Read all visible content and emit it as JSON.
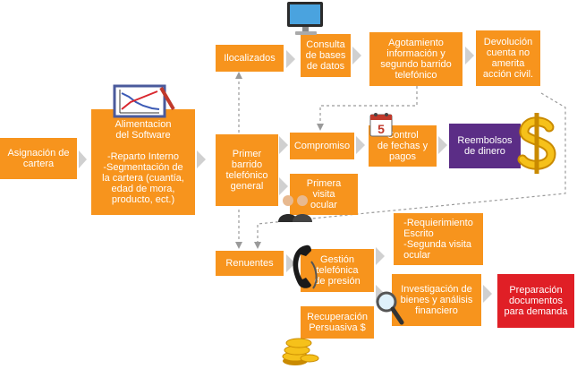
{
  "nodes": {
    "asignacion": "Asignación de\ncartera",
    "alimentacion": "Alimentacion\ndel Software\n\n-Reparto Interno\n-Segmentación de\nla cartera (cuantía,\nedad de mora,\nproducto, ect.)",
    "ilocalizados": "Ilocalizados",
    "consulta": "Consulta\nde bases\nde datos",
    "agotamiento": "Agotamiento\ninformación y\nsegundo barrido\ntelefónico",
    "devolucion": "Devolución\ncuenta no\namerita\nacción civil.",
    "primer_barrido": "Primer\nbarrido\ntelefónico\ngeneral",
    "compromiso": "Compromiso",
    "control": "Control\nde fechas y\npagos",
    "reembolsos": "Reembolsos\nde dinero",
    "primera_visita": "Primera\nvisita\nocular",
    "renuentes": "Renuentes",
    "gestion": "Gestión\ntelefónica\nde presión",
    "requerimiento": "-Requierimiento\nEscrito\n-Segunda visita\nocular",
    "investigacion": "Investigación de\nbienes y análisis\nfinanciero",
    "preparacion": "Preparación\ndocumentos\npara demanda",
    "recuperacion": "Recuperación\nPersuasiva $"
  },
  "calendar_number": "5",
  "colors": {
    "orange": "#f7941d",
    "purple": "#5b2d86",
    "red": "#e01f26",
    "arrow": "#d0d0d0",
    "dashed": "#9a9a9a",
    "gold": "#f2b705"
  }
}
